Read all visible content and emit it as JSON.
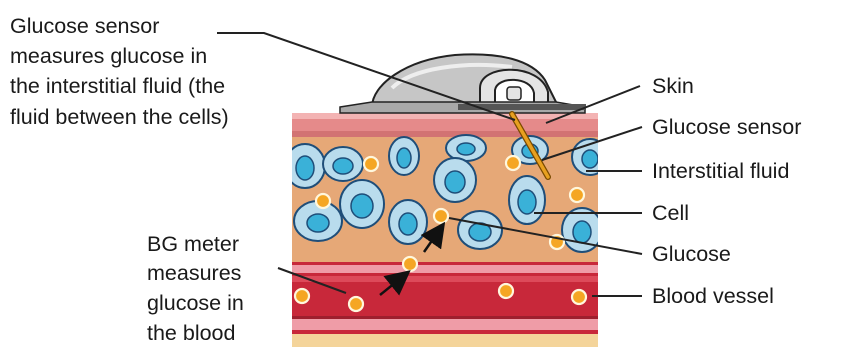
{
  "left_annotations": {
    "sensor_note": [
      "Glucose sensor",
      "measures glucose in",
      "the interstitial fluid (the",
      "fluid between the cells)"
    ],
    "meter_note": [
      "BG meter",
      "measures",
      "glucose in",
      "the blood"
    ]
  },
  "right_labels": {
    "skin": "Skin",
    "glucose_sensor": "Glucose sensor",
    "interstitial_fluid": "Interstitial fluid",
    "cell": "Cell",
    "glucose": "Glucose",
    "blood_vessel": "Blood vessel"
  },
  "colors": {
    "skin": "#e58a8a",
    "interstitial_fluid": "#e6a877",
    "cell_body": "#b9dced",
    "cell_nucleus": "#3ab1d8",
    "blood_vessel": "#c8283a",
    "vessel_wall": "#ef9ca7",
    "glucose_molecule": "#f5a623",
    "sensor_filament": "#e8a020",
    "device_body": "#c6c6c6",
    "subcutaneous": "#f4d49a"
  },
  "icons": [
    "cgm-device-icon",
    "glucose-sensor-filament-icon",
    "cell-icon",
    "glucose-molecule-icon",
    "diffusion-arrow-icon"
  ]
}
